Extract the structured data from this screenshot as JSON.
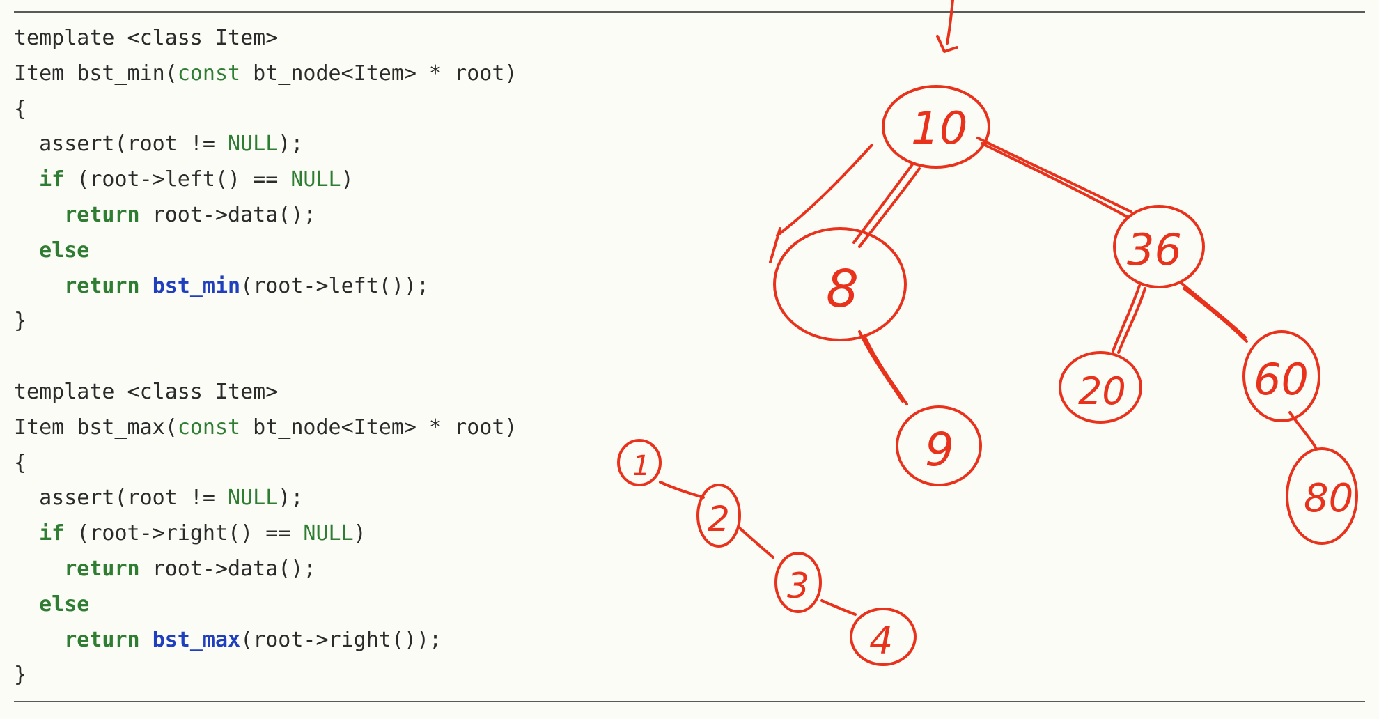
{
  "code": {
    "min_fn": {
      "template_line": "template <class Item>",
      "sig_ret": "Item ",
      "sig_name": "bst_min",
      "sig_open": "(",
      "sig_const": "const",
      "sig_rest": " bt_node<Item> * root)",
      "brace_open": "{",
      "assert_pre": "  assert(root != ",
      "null": "NULL",
      "assert_post": ");",
      "if_kw": "if",
      "if_cond": " (root->left() == ",
      "if_close": ")",
      "return_kw": "return",
      "return_data": " root->data();",
      "else_kw": "else",
      "rec_name": "bst_min",
      "rec_args": "(root->left());",
      "brace_close": "}"
    },
    "max_fn": {
      "template_line": "template <class Item>",
      "sig_ret": "Item ",
      "sig_name": "bst_max",
      "sig_open": "(",
      "sig_const": "const",
      "sig_rest": " bt_node<Item> * root)",
      "brace_open": "{",
      "assert_pre": "  assert(root != ",
      "null": "NULL",
      "assert_post": ");",
      "if_kw": "if",
      "if_cond": " (root->right() == ",
      "if_close": ")",
      "return_kw": "return",
      "return_data": " root->data();",
      "else_kw": "else",
      "rec_name": "bst_max",
      "rec_args": "(root->right());",
      "brace_close": "}"
    }
  },
  "annotations": {
    "bst_nodes": [
      "10",
      "8",
      "36",
      "9",
      "20",
      "60",
      "80"
    ],
    "chain_nodes": [
      "1",
      "2",
      "3",
      "4"
    ],
    "ink_color": "#e8321c"
  }
}
